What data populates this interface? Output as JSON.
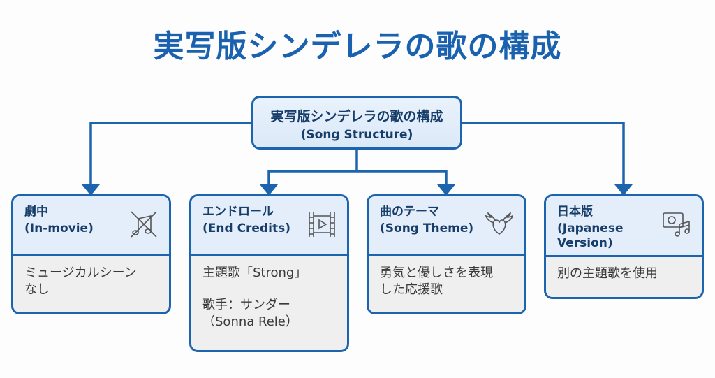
{
  "title": "実写版シンデレラの歌の構成",
  "root": {
    "label_ja": "実写版シンデレラの歌の構成",
    "label_en": "(Song Structure)"
  },
  "colors": {
    "accent": "#1c64ad",
    "title": "#1a62b0",
    "header_bg": "#e3eefa",
    "body_bg": "#efefef",
    "heading_text": "#173e6a"
  },
  "cards": [
    {
      "title_ja": "劇中",
      "title_en": "(In-movie)",
      "icon": "no-music-icon",
      "lines": [
        "ミュージカルシーン",
        "なし"
      ]
    },
    {
      "title_ja": "エンドロール",
      "title_en": "(End Credits)",
      "icon": "film-play-icon",
      "lines": [
        "主題歌「Strong」",
        "歌手：サンダー",
        "（Sonna Rele）"
      ]
    },
    {
      "title_ja": "曲のテーマ",
      "title_en": "(Song Theme)",
      "icon": "winged-heart-icon",
      "lines": [
        "勇気と優しさを表現",
        "した応援歌"
      ]
    },
    {
      "title_ja": "日本版",
      "title_en_1": "(Japanese",
      "title_en_2": "Version)",
      "icon": "screen-music-icon",
      "lines": [
        "別の主題歌を使用"
      ]
    }
  ]
}
